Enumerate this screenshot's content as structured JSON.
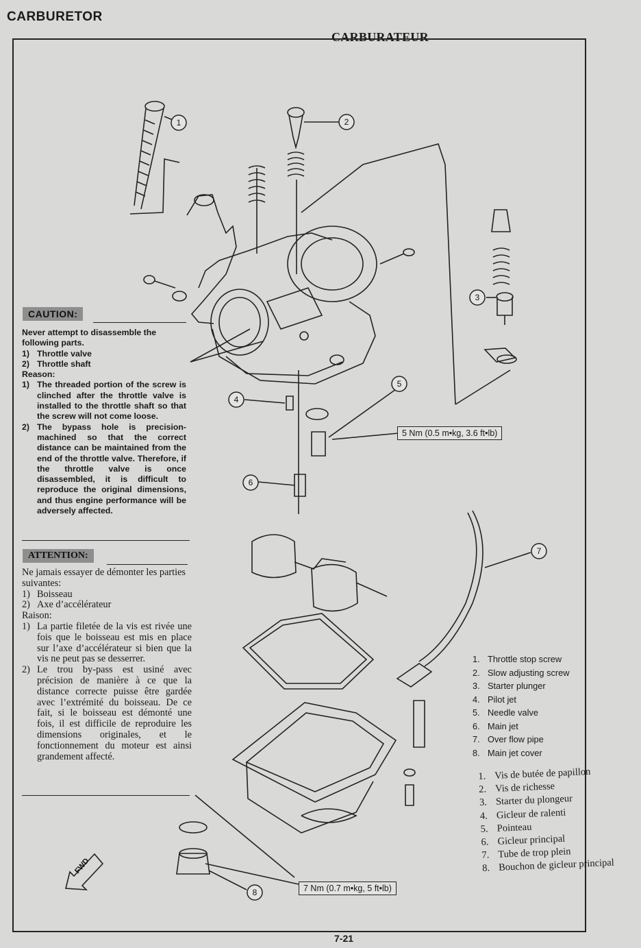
{
  "header": {
    "left_title": "CARBURETOR",
    "right_title": "CARBURATEUR"
  },
  "caution": {
    "tag": "CAUTION:",
    "intro": "Never attempt to disassemble the following parts.",
    "parts": [
      {
        "num": "1)",
        "text": "Throttle valve"
      },
      {
        "num": "2)",
        "text": "Throttle shaft"
      }
    ],
    "reason_label": "Reason:",
    "reasons": [
      {
        "num": "1)",
        "text": "The threaded portion of the screw is clinched after the throttle valve is installed to the throttle shaft so that the screw will not come loose."
      },
      {
        "num": "2)",
        "text": "The bypass hole is precision-machined so that the correct distance can be maintained from the end of the throttle valve. Therefore, if the throttle valve is once disassembled, it is difficult to reproduce the original dimensions, and thus engine performance will be adversely affected."
      }
    ]
  },
  "attention": {
    "tag": "ATTENTION:",
    "intro": "Ne jamais essayer de démonter les parties suivantes:",
    "parts": [
      {
        "num": "1)",
        "text": "Boisseau"
      },
      {
        "num": "2)",
        "text": "Axe d’accélérateur"
      }
    ],
    "reason_label": "Raison:",
    "reasons": [
      {
        "num": "1)",
        "text": "La partie filetée de la vis est rivée une fois que le boisseau est mis en place sur l’axe d’accélérateur si bien que la vis ne peut pas se desserrer."
      },
      {
        "num": "2)",
        "text": "Le trou by-pass est usiné avec précision de manière à ce que la distance correcte puisse être gardée avec l’extrémité du boisseau. De ce fait, si le boisseau est démonté une fois, il est difficile de reproduire les dimensions originales, et le fonctionnement du moteur est ainsi grandement affecté."
      }
    ]
  },
  "torque": {
    "pilot_jet": "5 Nm (0.5 m•kg, 3.6 ft•lb)",
    "main_jet_cover": "7 Nm (0.7 m•kg, 5 ft•lb)"
  },
  "callouts": [
    "1",
    "2",
    "3",
    "4",
    "5",
    "6",
    "7",
    "8"
  ],
  "fwd_label": "FWD",
  "legend_en": [
    {
      "num": "1.",
      "text": "Throttle stop screw"
    },
    {
      "num": "2.",
      "text": "Slow adjusting screw"
    },
    {
      "num": "3.",
      "text": "Starter plunger"
    },
    {
      "num": "4.",
      "text": "Pilot jet"
    },
    {
      "num": "5.",
      "text": "Needle valve"
    },
    {
      "num": "6.",
      "text": "Main jet"
    },
    {
      "num": "7.",
      "text": "Over flow pipe"
    },
    {
      "num": "8.",
      "text": "Main jet cover"
    }
  ],
  "legend_fr": [
    {
      "num": "1.",
      "text": "Vis de butée de papillon"
    },
    {
      "num": "2.",
      "text": "Vis de richesse"
    },
    {
      "num": "3.",
      "text": "Starter du plongeur"
    },
    {
      "num": "4.",
      "text": "Gicleur de ralenti"
    },
    {
      "num": "5.",
      "text": "Pointeau"
    },
    {
      "num": "6.",
      "text": "Gicleur principal"
    },
    {
      "num": "7.",
      "text": "Tube de trop plein"
    },
    {
      "num": "8.",
      "text": "Bouchon de gicleur principal"
    }
  ],
  "page_number": "7-21"
}
